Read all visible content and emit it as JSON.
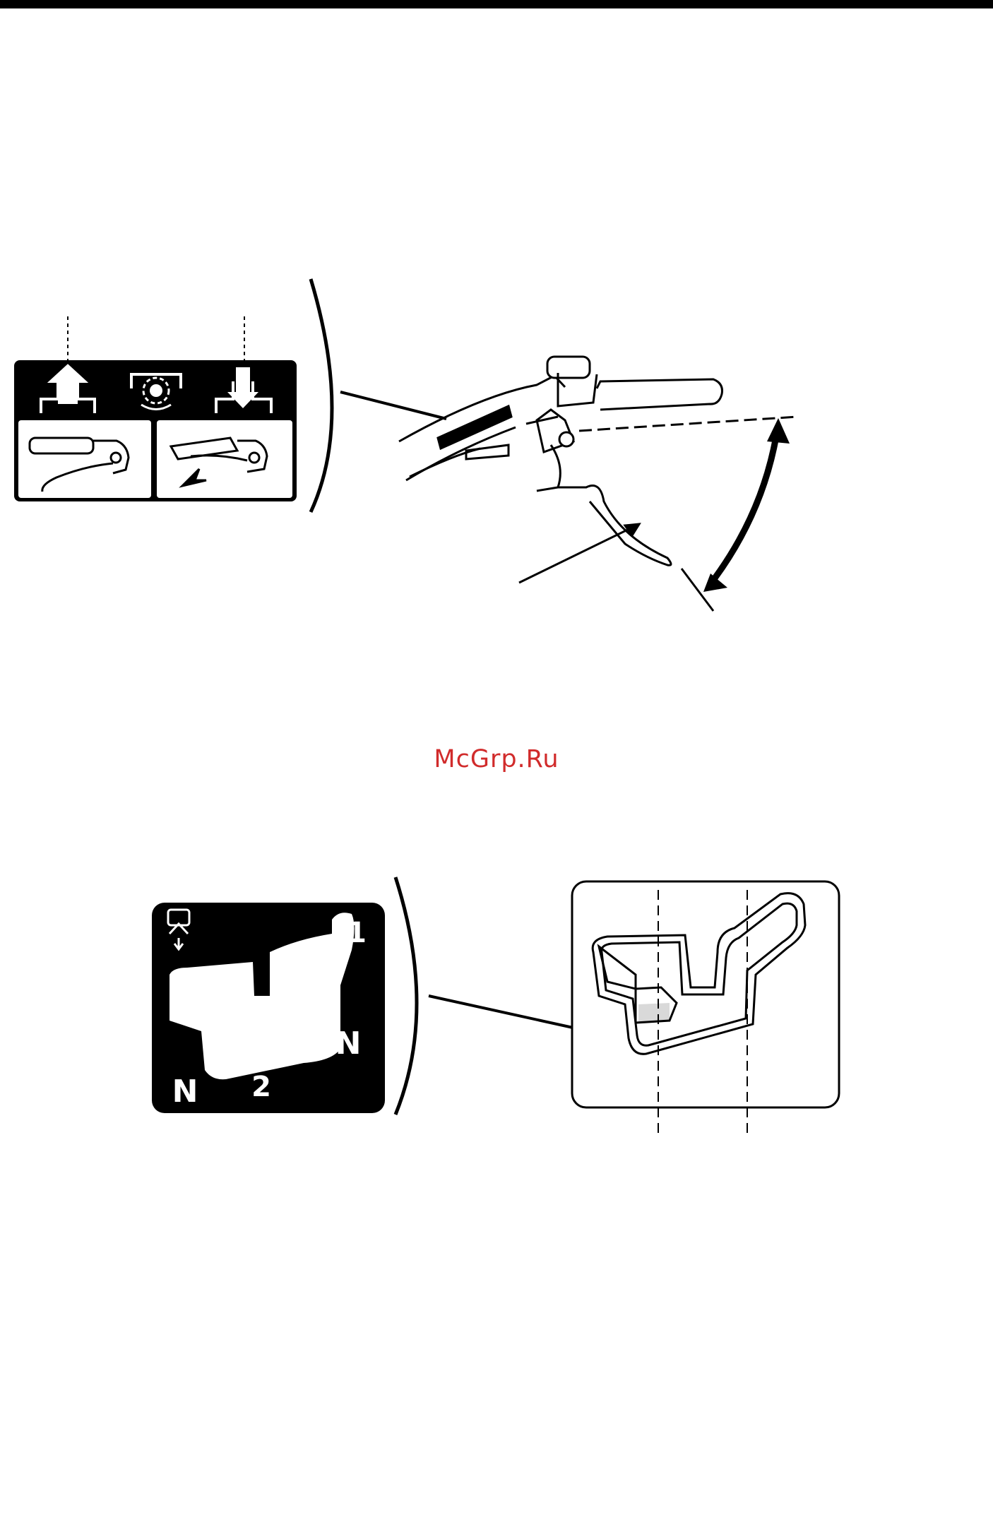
{
  "watermark": {
    "text": "McGrp.Ru",
    "color": "#d12b2b"
  },
  "figures": {
    "clutch_lever": {
      "decal_icons": [
        "arrow-up-icon",
        "clutch-engage-icon",
        "arrow-down-icon"
      ],
      "panels": [
        "lever-released-icon",
        "lever-squeezed-icon"
      ]
    },
    "shift_pattern": {
      "labels": {
        "one": "1",
        "neutral_right": "N",
        "two": "2",
        "neutral_left": "N"
      }
    }
  }
}
